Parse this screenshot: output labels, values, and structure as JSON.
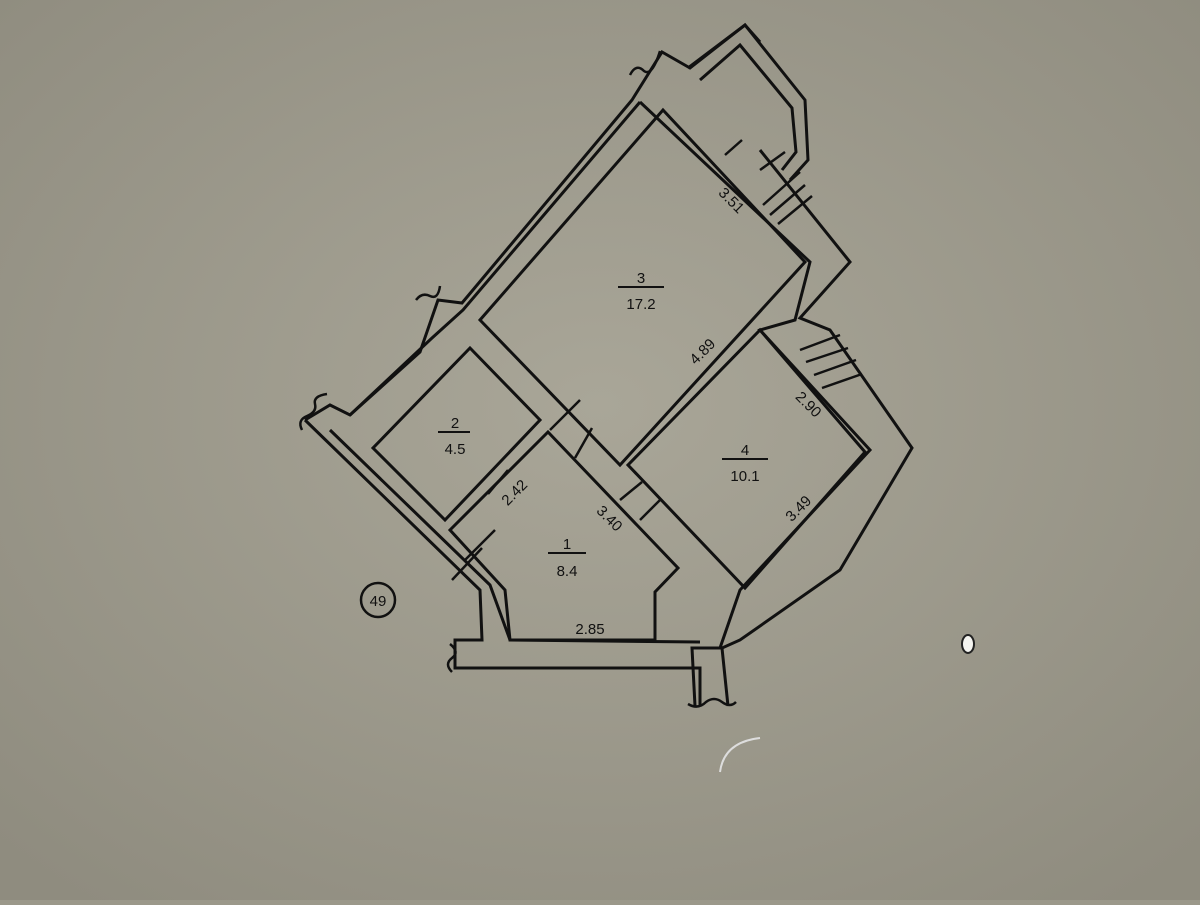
{
  "plan": {
    "badge": "49",
    "rooms": [
      {
        "number": "1",
        "area": "8.4"
      },
      {
        "number": "2",
        "area": "4.5"
      },
      {
        "number": "3",
        "area": "17.2"
      },
      {
        "number": "4",
        "area": "10.1"
      }
    ],
    "dimensions": {
      "d_3_51": "3.51",
      "d_4_89": "4.89",
      "d_2_90": "2.90",
      "d_3_49": "3.49",
      "d_2_42": "2.42",
      "d_3_40": "3.40",
      "d_2_85": "2.85"
    },
    "colors": {
      "background": "#9b988a",
      "paper": "#a6a395",
      "ink": "#111111"
    }
  }
}
